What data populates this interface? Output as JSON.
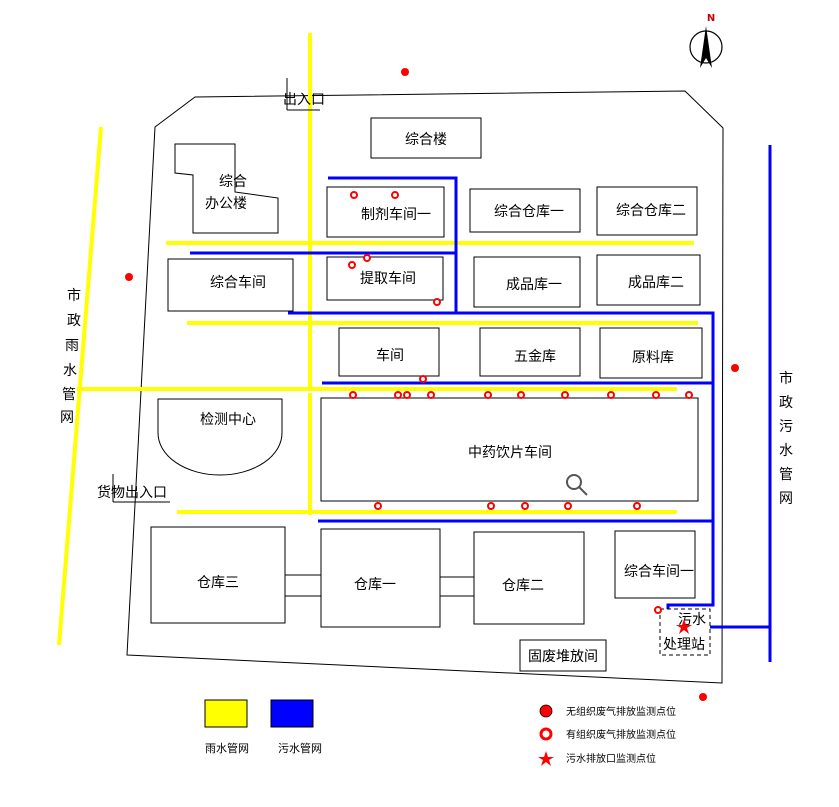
{
  "compass": {
    "north": "N"
  },
  "gates": {
    "main_gate": "出入口",
    "cargo_gate": "货物出入口"
  },
  "buildings": {
    "complex_building": "综合楼",
    "office_building_line1": "综合",
    "office_building_line2": "办公楼",
    "prep_workshop_1": "制剂车间一",
    "general_warehouse_1": "综合仓库一",
    "general_warehouse_2": "综合仓库二",
    "general_workshop": "综合车间",
    "extraction_workshop": "提取车间",
    "product_warehouse_1": "成品库一",
    "product_warehouse_2": "成品库二",
    "workshop": "车间",
    "hardware_store": "五金库",
    "raw_material_store": "原料库",
    "testing_center": "检测中心",
    "tcm_slice_workshop": "中药饮片车间",
    "warehouse_3": "仓库三",
    "warehouse_1": "仓库一",
    "warehouse_2": "仓库二",
    "general_workshop_1": "综合车间一",
    "sewage_station_line1": "污水",
    "sewage_station_line2": "处理站",
    "solid_waste_room": "固废堆放间"
  },
  "external": {
    "rain_pipe_network": [
      "市",
      "政",
      "雨",
      "水",
      "管",
      "网"
    ],
    "sewage_pipe_network": [
      "市",
      "政",
      "污",
      "水",
      "管",
      "网"
    ]
  },
  "legend": {
    "rain_pipe": "雨水管网",
    "sewage_pipe": "污水管网",
    "unorganized_gas": "无组织废气排放监测点位",
    "organized_gas": "有组织废气排放监测点位",
    "sewage_outlet": "污水排放口监测点位"
  },
  "colors": {
    "rain": "#ffff00",
    "sewage": "#0000ff",
    "monitor": "#ff0000"
  },
  "icons": {
    "zoom": "magnifier-icon",
    "north_arrow": "north-arrow-icon"
  }
}
